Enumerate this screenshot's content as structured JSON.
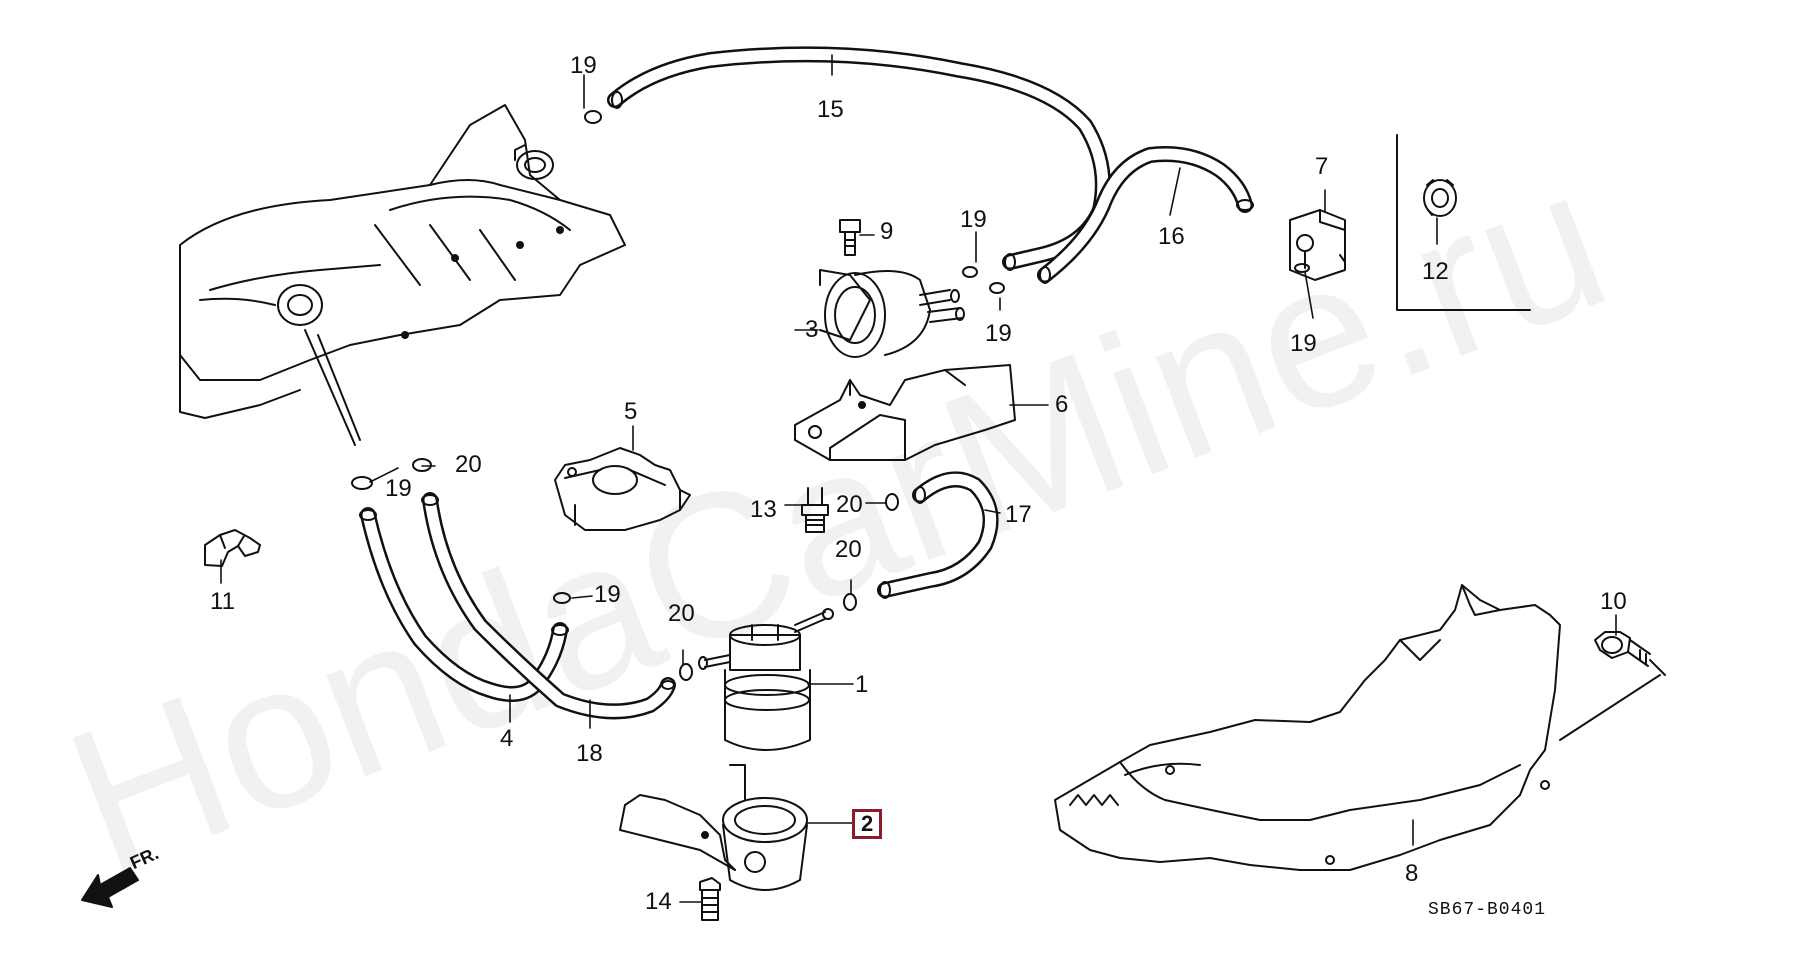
{
  "watermark": "HondaCarMine.ru",
  "diagram_code": "SB67-B0401",
  "direction_label": "FR.",
  "callouts": {
    "c1": "1",
    "c2": "2",
    "c3": "3",
    "c4": "4",
    "c5": "5",
    "c6": "6",
    "c7": "7",
    "c8": "8",
    "c9": "9",
    "c10": "10",
    "c11": "11",
    "c12": "12",
    "c13": "13",
    "c14": "14",
    "c15": "15",
    "c16": "16",
    "c17": "17",
    "c18": "18",
    "c19a": "19",
    "c19b": "19",
    "c19c": "19",
    "c19d": "19",
    "c19e": "19",
    "c19f": "19",
    "c20a": "20",
    "c20b": "20",
    "c20c": "20",
    "c20d": "20"
  },
  "highlighted_part": "2",
  "colors": {
    "line": "#111111",
    "highlight_box": "#8b1a2b"
  }
}
